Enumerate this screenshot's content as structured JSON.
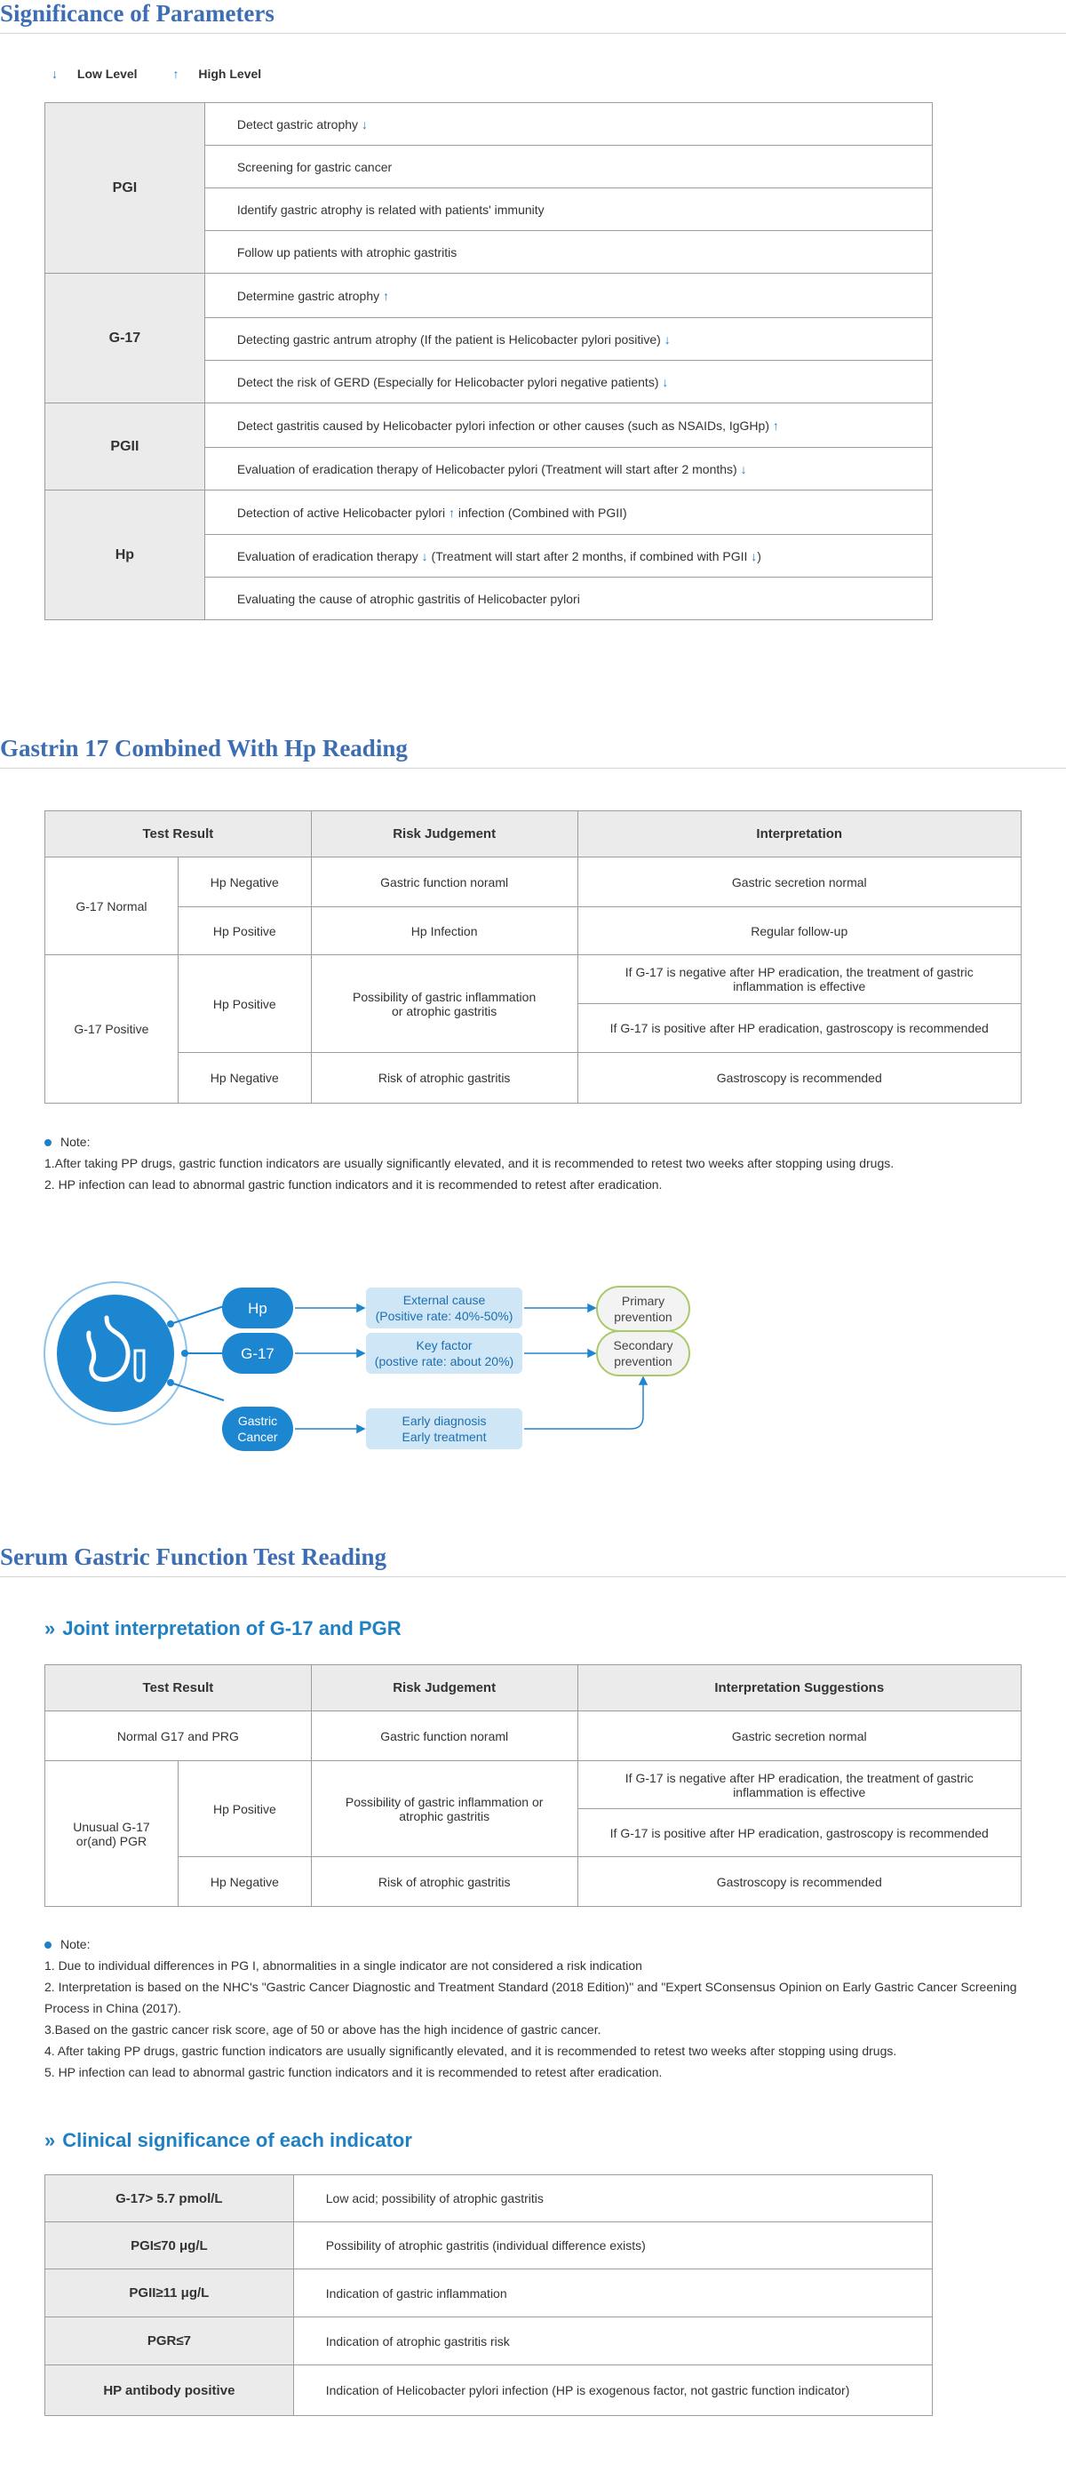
{
  "section1": {
    "title": "Significance of Parameters",
    "legend_low": "Low Level",
    "legend_high": "High Level",
    "rows": [
      {
        "param": "PGI",
        "items": [
          {
            "text": "Detect gastric atrophy",
            "arrow": "↓"
          },
          {
            "text": "Screening for gastric cancer",
            "arrow": ""
          },
          {
            "text": "Identify gastric atrophy is related with patients' immunity",
            "arrow": ""
          },
          {
            "text": "Follow up patients with atrophic gastritis",
            "arrow": ""
          }
        ]
      },
      {
        "param": "G-17",
        "items": [
          {
            "text": "Determine gastric atrophy",
            "arrow": "↑"
          },
          {
            "text": "Detecting gastric antrum atrophy (If the patient is Helicobacter pylori positive)",
            "arrow": "↓"
          },
          {
            "text": "Detect the risk of GERD (Especially for Helicobacter pylori negative patients)",
            "arrow": "↓"
          }
        ]
      },
      {
        "param": "PGII",
        "items": [
          {
            "text": "Detect gastritis caused by Helicobacter pylori infection or other causes (such as NSAIDs, IgGHp)",
            "arrow": "↑"
          },
          {
            "text": "Evaluation of eradication therapy of Helicobacter pylori (Treatment will start after 2 months)",
            "arrow": "↓"
          }
        ]
      },
      {
        "param": "Hp",
        "items": [
          {
            "text": "Detection of active Helicobacter pylori",
            "arrow": "↑",
            "suffix": " infection (Combined with PGII)"
          },
          {
            "text": "Evaluation of eradication therapy",
            "arrow": "↓",
            "suffix": " (Treatment will start after 2 months, if combined with PGII ",
            "arrow2": "↓",
            "suffix2": ")"
          },
          {
            "text": "Evaluating the cause of atrophic gastritis of Helicobacter pylori",
            "arrow": ""
          }
        ]
      }
    ]
  },
  "section2": {
    "title": "Gastrin 17 Combined With Hp Reading",
    "headers": [
      "Test Result",
      "Risk Judgement",
      "Interpretation"
    ],
    "g17_normal": "G-17 Normal",
    "g17_positive": "G-17 Positive",
    "hp_negative": "Hp Negative",
    "hp_positive": "Hp Positive",
    "r1_risk": "Gastric function noraml",
    "r1_interp": "Gastric secretion normal",
    "r2_risk": "Hp Infection",
    "r2_interp": "Regular follow-up",
    "r3_risk": "Possibility of gastric inflammation or atrophic gastritis",
    "r3_interp_a": "If G-17 is negative after HP eradication, the treatment of gastric inflammation is effective",
    "r3_interp_b": "If G-17 is positive after HP eradication, gastroscopy is recommended",
    "r4_risk": "Risk of atrophic gastritis",
    "r4_interp": "Gastroscopy is recommended",
    "note_label": "Note:",
    "notes": [
      "1.After taking PP drugs, gastric function indicators are usually significantly elevated, and it is recommended to retest two weeks after stopping using drugs.",
      "2. HP infection can lead to abnormal gastric function indicators and it is recommended to retest after eradication."
    ]
  },
  "diagram": {
    "nodes": [
      "Hp",
      "G-17",
      "Gastric Cancer"
    ],
    "mid": [
      {
        "line1": "External cause",
        "line2": "(Positive rate: 40%-50%)"
      },
      {
        "line1": "Key factor",
        "line2": "(postive rate: about 20%)"
      },
      {
        "line1": "Early diagnosis",
        "line2": "Early treatment"
      }
    ],
    "right": [
      {
        "line1": "Primary",
        "line2": "prevention"
      },
      {
        "line1": "Secondary",
        "line2": "prevention"
      }
    ]
  },
  "section3": {
    "title": "Serum Gastric Function Test Reading",
    "sub1": "Joint interpretation of G-17 and PGR",
    "headers": [
      "Test Result",
      "Risk Judgement",
      "Interpretation Suggestions"
    ],
    "r1_result": "Normal G17 and PRG",
    "r1_risk": "Gastric function noraml",
    "r1_interp": "Gastric secretion normal",
    "unusual": "Unusual G-17 or(and) PGR",
    "hp_positive": "Hp Positive",
    "hp_negative": "Hp Negative",
    "r2_risk": "Possibility of gastric inflammation or atrophic gastritis",
    "r2_interp_a": "If G-17 is negative after HP eradication, the treatment of gastric inflammation is effective",
    "r2_interp_b": "If G-17 is positive after HP eradication, gastroscopy is recommended",
    "r3_risk": "Risk of atrophic gastritis",
    "r3_interp": "Gastroscopy is recommended",
    "note_label": "Note:",
    "notes": [
      "1. Due to individual differences in PG I, abnormalities in a single indicator are not considered a risk indication",
      "2. Interpretation is based on the NHC's \"Gastric Cancer Diagnostic and Treatment Standard (2018 Edition)\" and \"Expert SConsensus Opinion on Early Gastric Cancer Screening Process in China (2017).",
      "3.Based on the gastric cancer risk score, age of 50 or above has the high incidence of gastric cancer.",
      "4. After taking PP drugs, gastric function indicators are usually significantly elevated, and it is recommended to retest two weeks after stopping using drugs.",
      "5. HP infection can lead to abnormal gastric function indicators and it is recommended to retest after eradication."
    ],
    "sub2": "Clinical significance of each indicator",
    "indicators": [
      {
        "name": "G-17> 5.7 pmol/L",
        "desc": "Low acid; possibility of atrophic gastritis"
      },
      {
        "name": "PGI≤70 μg/L",
        "desc": "Possibility of atrophic gastritis (individual difference exists)"
      },
      {
        "name": "PGII≥11 μg/L",
        "desc": "Indication of gastric inflammation"
      },
      {
        "name": "PGR≤7",
        "desc": "Indication of atrophic gastritis risk"
      },
      {
        "name": "HP antibody positive",
        "desc": "Indication of Helicobacter pylori infection (HP is exogenous factor, not gastric function indicator)"
      }
    ]
  },
  "colors": {
    "accent": "#2080c4",
    "title": "#3d6db3",
    "header_bg": "#ebebeb",
    "pill_bg": "#cfe6f7",
    "outline_green": "#a9c96a"
  }
}
